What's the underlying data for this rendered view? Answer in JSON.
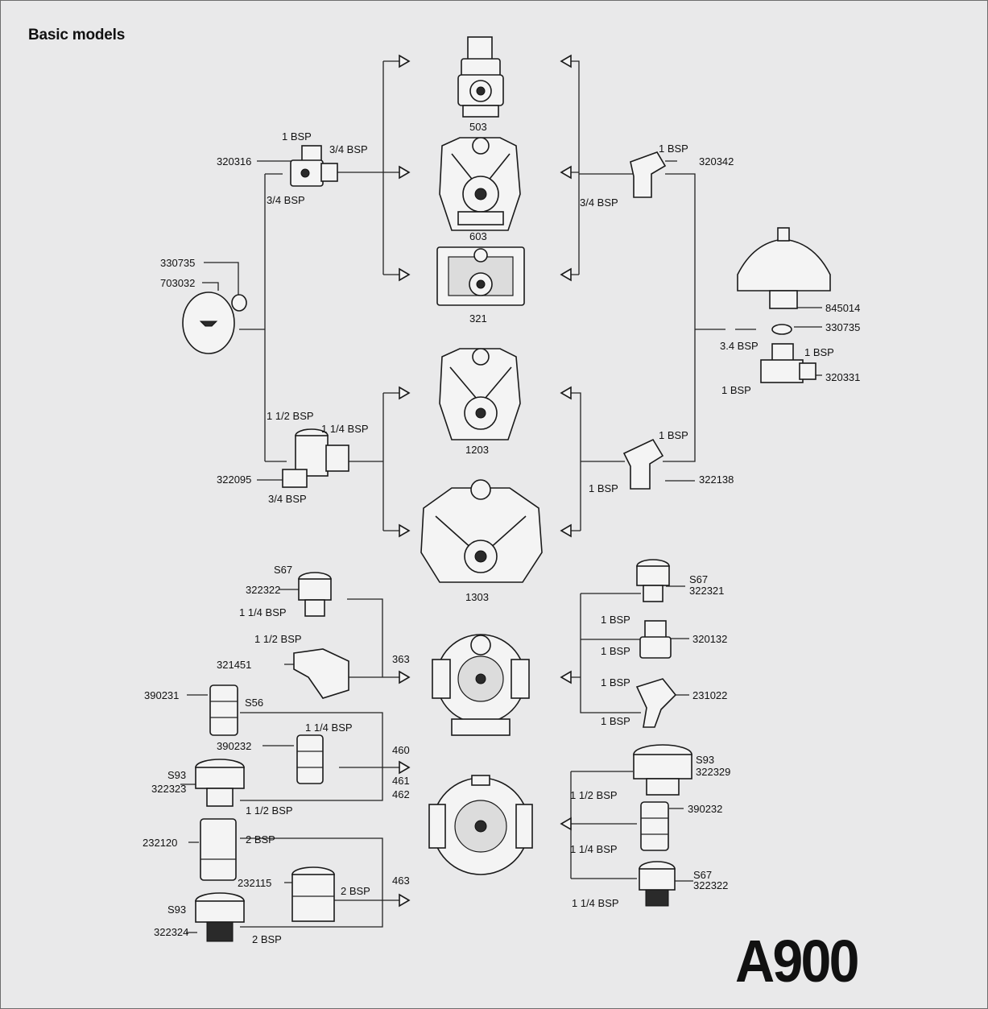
{
  "heading": "Basic models",
  "series_title": "A900",
  "pump_labels": {
    "p503": "503",
    "p603": "603",
    "p321": "321",
    "p1203": "1203",
    "p1303": "1303",
    "p363": "363",
    "p460": "460",
    "p461": "461",
    "p462": "462",
    "p463": "463"
  },
  "codes": {
    "c320316": "320316",
    "c330735a": "330735",
    "c703032": "703032",
    "c322095": "322095",
    "c320342": "320342",
    "c845014": "845014",
    "c330735b": "330735",
    "c320331": "320331",
    "c322138": "322138",
    "c322322a": "322322",
    "c321451": "321451",
    "c390231": "390231",
    "c390232a": "390232",
    "c322323": "322323",
    "c232120": "232120",
    "c232115": "232115",
    "c322324": "322324",
    "c322321": "322321",
    "c320132": "320132",
    "c231022": "231022",
    "c322329": "322329",
    "c390232b": "390232",
    "c322322b": "322322"
  },
  "thread_labels": {
    "t1": "1 BSP",
    "t2": "3/4 BSP",
    "t3": "3/4 BSP",
    "t4": "1 1/2 BSP",
    "t5": "1 1/4 BSP",
    "t6": "3/4 BSP",
    "t7": "1 BSP",
    "t8": "3/4 BSP",
    "t9": "3.4 BSP",
    "t10": "1 BSP",
    "t11": "1 BSP",
    "t12": "1 BSP",
    "t13": "1 BSP",
    "t14": "1 1/4 BSP",
    "t15": "1 1/2 BSP",
    "t16": "1 1/4 BSP",
    "t17": "1 1/2 BSP",
    "t18": "2 BSP",
    "t19": "2 BSP",
    "t20": "2 BSP",
    "t21": "1 BSP",
    "t22": "1 BSP",
    "t23": "1 BSP",
    "t24": "1 BSP",
    "t25": "1 1/2 BSP",
    "t26": "1 1/4 BSP",
    "t27": "1 1/4 BSP"
  },
  "fitting_labels": {
    "s67a": "S67",
    "s56": "S56",
    "s93a": "S93",
    "s93b": "S93",
    "s67b": "S67",
    "s93c": "S93",
    "s67c": "S67"
  }
}
